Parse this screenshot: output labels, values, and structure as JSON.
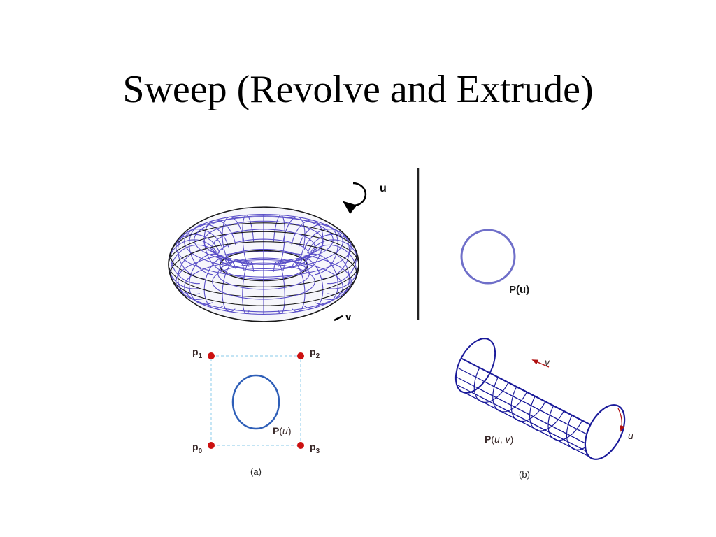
{
  "slide": {
    "title": "Sweep (Revolve and Extrude)"
  },
  "revolve_figure": {
    "rotation_label": "u",
    "sweep_label": "v",
    "curve_label": "P(u)"
  },
  "figure_a": {
    "point_labels": [
      "p",
      "p",
      "p",
      "p"
    ],
    "point_subscripts": [
      "1",
      "2",
      "0",
      "3"
    ],
    "curve_label_bold": "P",
    "curve_label_arg": "u",
    "caption": "(a)"
  },
  "figure_b": {
    "direction_v": "v",
    "direction_u": "u",
    "surface_label_bold": "P",
    "surface_label_arg_u": "u",
    "surface_label_arg_v": "v",
    "caption": "(b)"
  },
  "colors": {
    "torus_grid": "#5a4fc8",
    "torus_outline": "#1a1a1a",
    "curve": "#6f6fc9",
    "control_point": "#cc1111",
    "control_box": "#9fd4ee",
    "cylinder": "#1a1a9a",
    "label": "#3a2a2a"
  }
}
